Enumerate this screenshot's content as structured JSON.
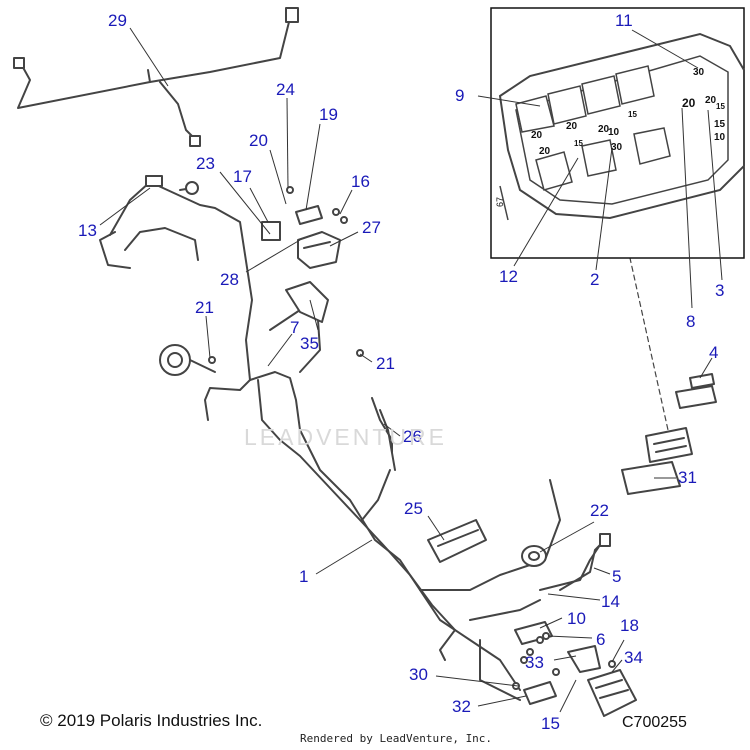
{
  "callouts": [
    {
      "id": "c29",
      "label": "29"
    },
    {
      "id": "c24",
      "label": "24"
    },
    {
      "id": "c19",
      "label": "19"
    },
    {
      "id": "c20",
      "label": "20"
    },
    {
      "id": "c23",
      "label": "23"
    },
    {
      "id": "c17",
      "label": "17"
    },
    {
      "id": "c16",
      "label": "16"
    },
    {
      "id": "c13",
      "label": "13"
    },
    {
      "id": "c27",
      "label": "27"
    },
    {
      "id": "c28",
      "label": "28"
    },
    {
      "id": "c21a",
      "label": "21"
    },
    {
      "id": "c7",
      "label": "7"
    },
    {
      "id": "c35",
      "label": "35"
    },
    {
      "id": "c21b",
      "label": "21"
    },
    {
      "id": "c26",
      "label": "26"
    },
    {
      "id": "c25",
      "label": "25"
    },
    {
      "id": "c22",
      "label": "22"
    },
    {
      "id": "c1",
      "label": "1"
    },
    {
      "id": "c5",
      "label": "5"
    },
    {
      "id": "c14",
      "label": "14"
    },
    {
      "id": "c10",
      "label": "10"
    },
    {
      "id": "c6",
      "label": "6"
    },
    {
      "id": "c18",
      "label": "18"
    },
    {
      "id": "c33",
      "label": "33"
    },
    {
      "id": "c34",
      "label": "34"
    },
    {
      "id": "c30",
      "label": "30"
    },
    {
      "id": "c32",
      "label": "32"
    },
    {
      "id": "c15",
      "label": "15"
    },
    {
      "id": "c9",
      "label": "9"
    },
    {
      "id": "c11",
      "label": "11"
    },
    {
      "id": "c12",
      "label": "12"
    },
    {
      "id": "c2",
      "label": "2"
    },
    {
      "id": "c3",
      "label": "3"
    },
    {
      "id": "c8",
      "label": "8"
    },
    {
      "id": "c4",
      "label": "4"
    },
    {
      "id": "c31",
      "label": "31"
    }
  ],
  "fuses": [
    {
      "id": "f30",
      "label": "30"
    },
    {
      "id": "f20a",
      "label": "20"
    },
    {
      "id": "f20b",
      "label": "20"
    },
    {
      "id": "f15a",
      "label": "15"
    },
    {
      "id": "f20c",
      "label": "20"
    },
    {
      "id": "f20d",
      "label": "20"
    },
    {
      "id": "f20e",
      "label": "20"
    },
    {
      "id": "f15b",
      "label": "15"
    },
    {
      "id": "f10a",
      "label": "10"
    },
    {
      "id": "f20f",
      "label": "20"
    },
    {
      "id": "f15c",
      "label": "15"
    },
    {
      "id": "f30b",
      "label": "30"
    },
    {
      "id": "f15d",
      "label": "15"
    },
    {
      "id": "f10b",
      "label": "10"
    }
  ],
  "inset_code": "67",
  "watermark": "LEADVENTURE",
  "copyright": "© 2019 Polaris Industries Inc.",
  "diagram_code": "C700255",
  "rendered_by": "Rendered by LeadVenture, Inc.",
  "colors": {
    "callout": "#1a1ab8",
    "line": "#333333",
    "part": "#555555"
  }
}
